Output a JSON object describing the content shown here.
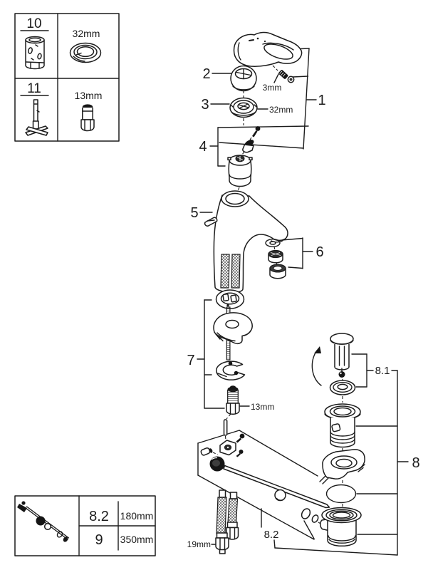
{
  "colors": {
    "line": "#1c1c1c",
    "background": "#ffffff"
  },
  "tool_box": {
    "item1_number": "10",
    "item1_size": "32mm",
    "item2_number": "11",
    "item2_size": "13mm"
  },
  "length_table": {
    "row1_part": "8.2",
    "row1_length": "180mm",
    "row2_part": "9",
    "row2_length": "350mm"
  },
  "callouts": {
    "c1": "1",
    "c2": "2",
    "c3": "3",
    "c4": "4",
    "c5": "5",
    "c6": "6",
    "c7": "7",
    "c8": "8",
    "c8_1": "8.1",
    "c8_2": "8.2"
  },
  "dimensions": {
    "handle_screw": "3mm",
    "ring_nut": "32mm",
    "mounting_stud": "13mm",
    "hose_nut": "19mm"
  }
}
